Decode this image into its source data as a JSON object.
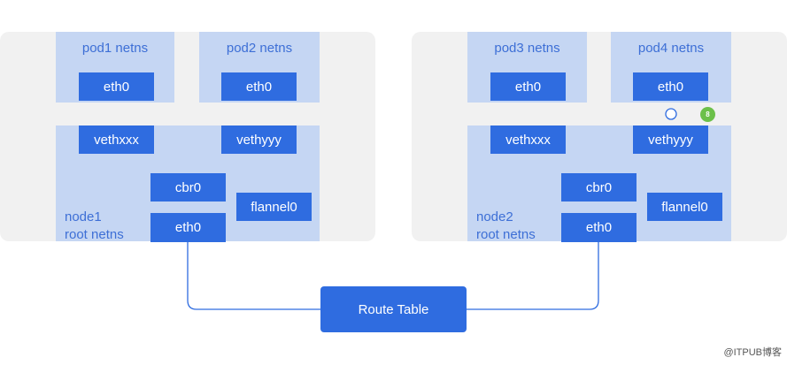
{
  "node1": {
    "pod_a_label": "pod1 netns",
    "pod_b_label": "pod2 netns",
    "pod_a_eth": "eth0",
    "pod_b_eth": "eth0",
    "veth_a": "vethxxx",
    "veth_b": "vethyyy",
    "bridge": "cbr0",
    "flannel": "flannel0",
    "eth": "eth0",
    "label_line1": "node1",
    "label_line2": "root netns"
  },
  "node2": {
    "pod_a_label": "pod3 netns",
    "pod_b_label": "pod4 netns",
    "pod_a_eth": "eth0",
    "pod_b_eth": "eth0",
    "veth_a": "vethxxx",
    "veth_b": "vethyyy",
    "bridge": "cbr0",
    "flannel": "flannel0",
    "eth": "eth0",
    "label_line1": "node2",
    "label_line2": "root netns"
  },
  "route_table": "Route Table",
  "step_badge": "8",
  "watermark": "@ITPUB博客",
  "colors": {
    "box": "#2f6ce0",
    "namespace": "#c5d6f3",
    "panel": "#f1f1f1",
    "label": "#3d6fd6",
    "wire": "#2f6ce0",
    "badge": "#6cc04a"
  }
}
